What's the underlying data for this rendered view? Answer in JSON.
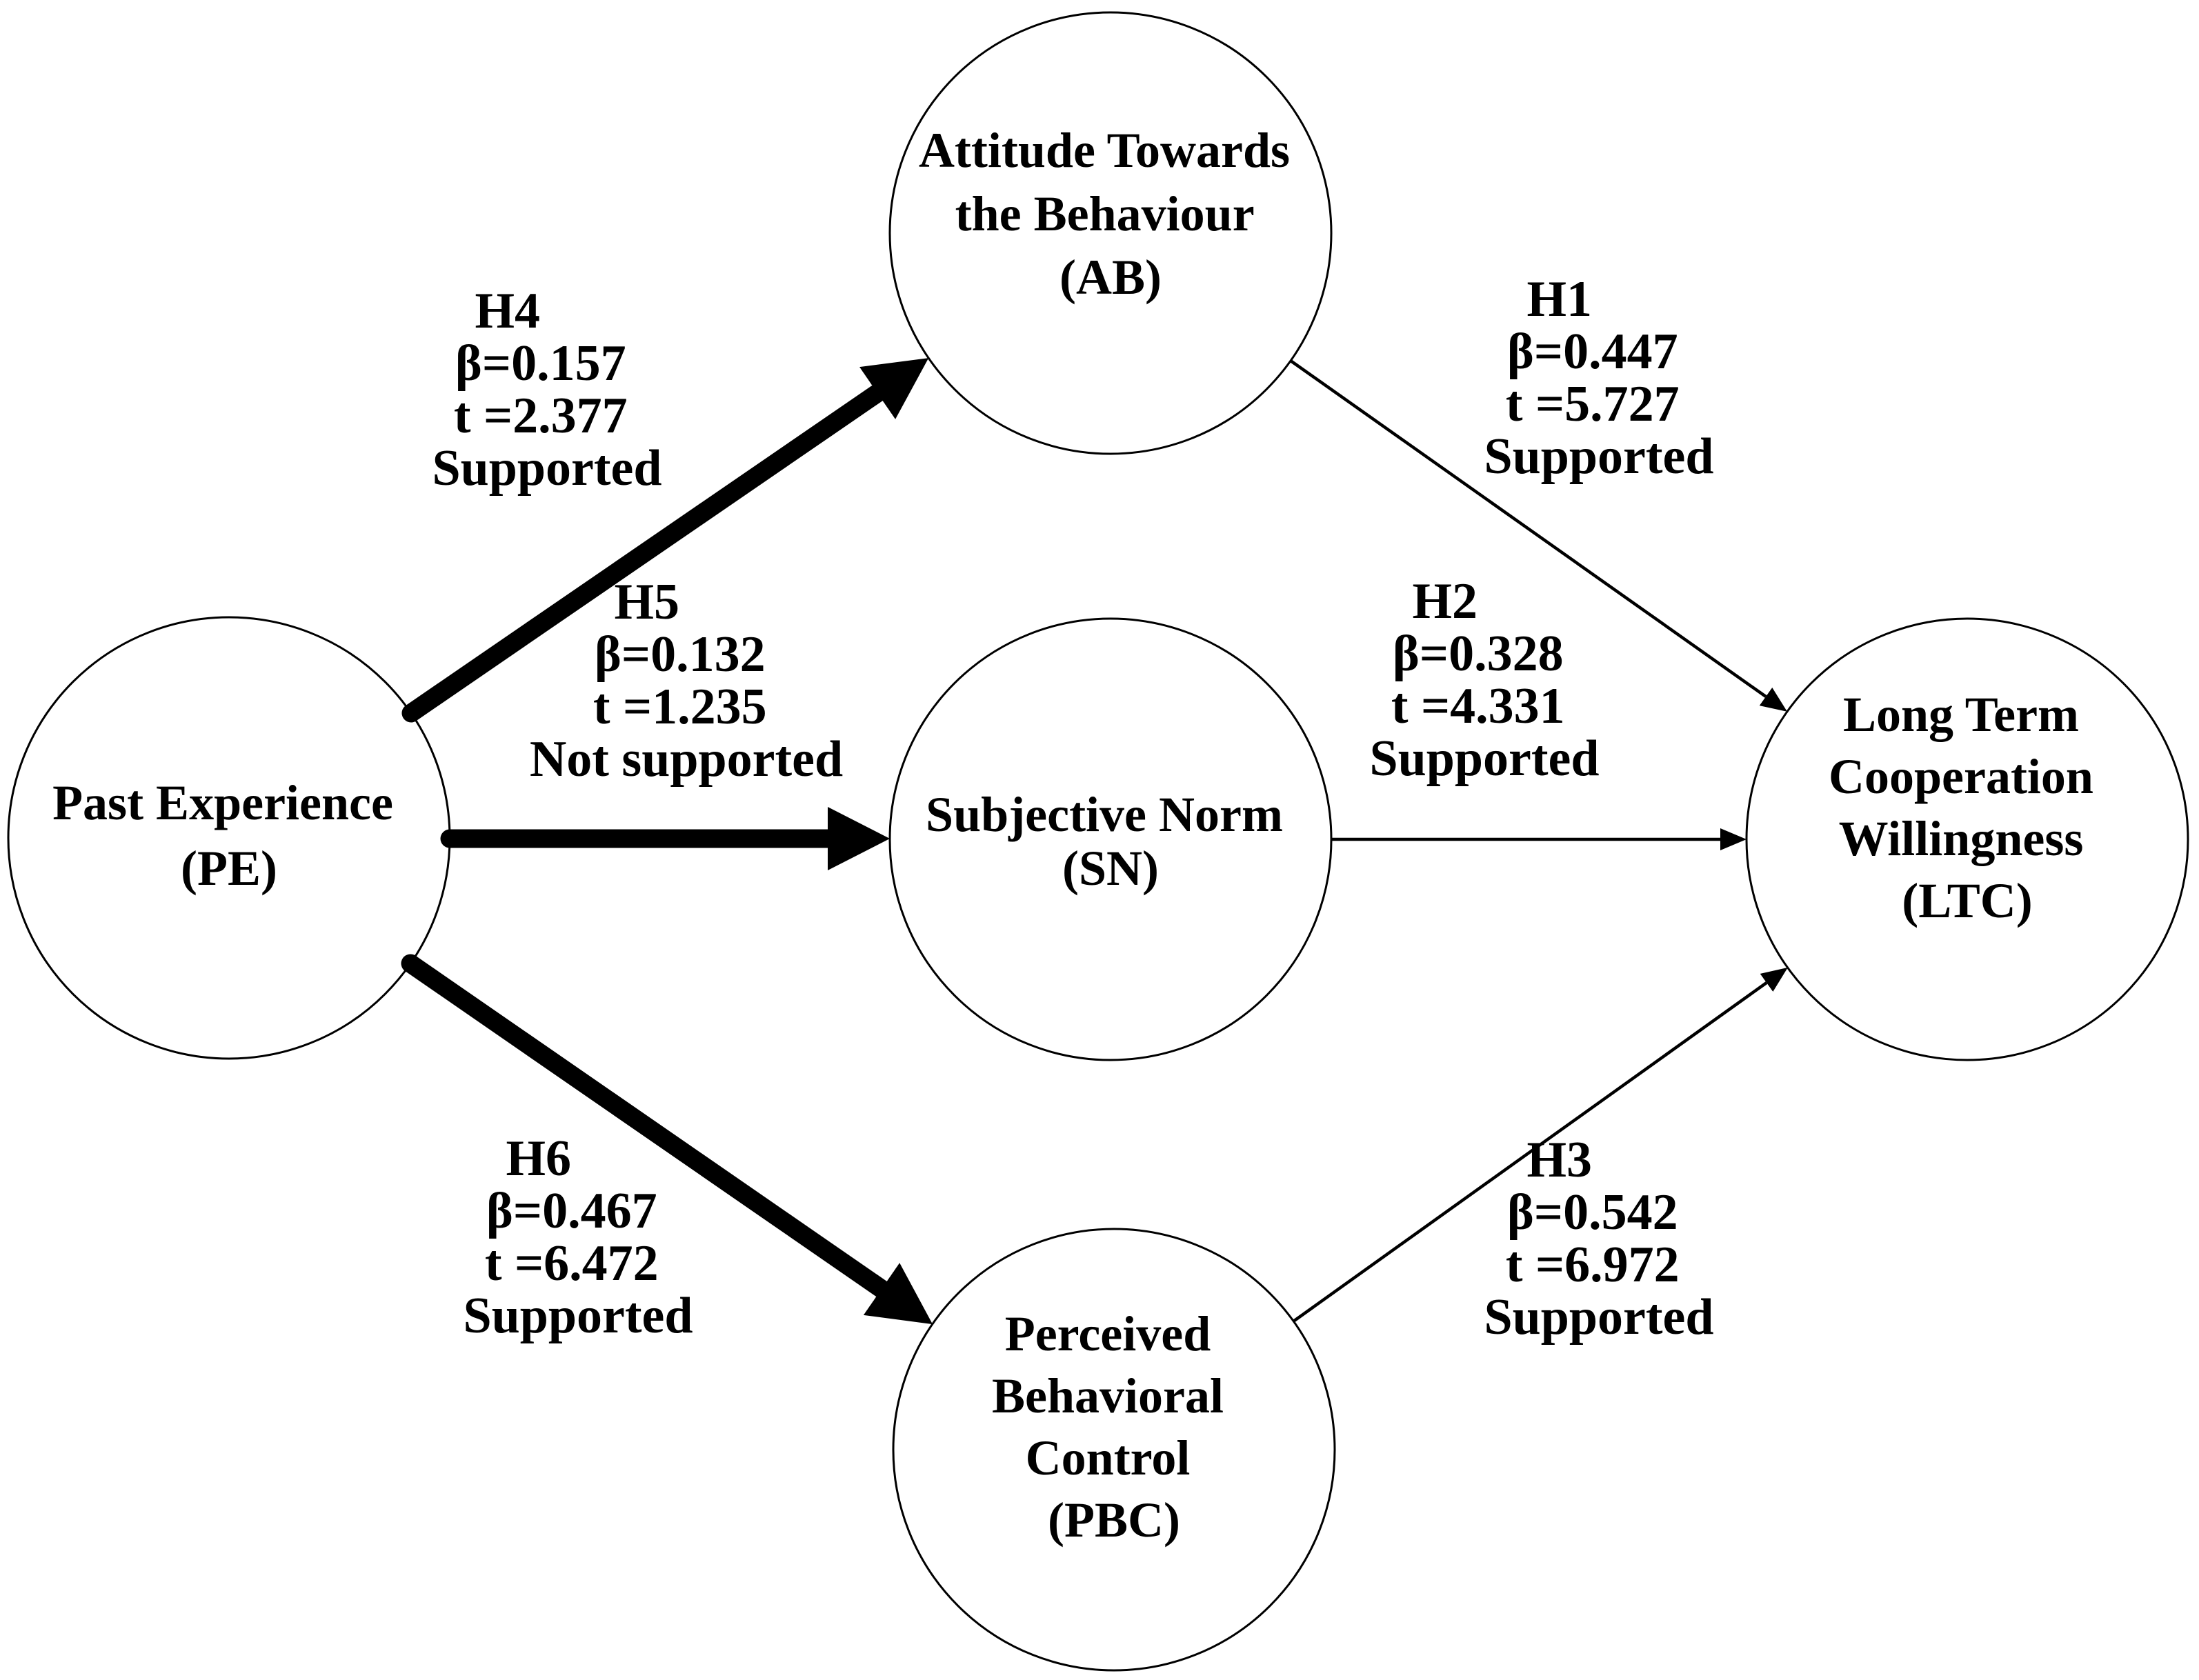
{
  "diagram": {
    "background_color": "#ffffff",
    "line_color": "#000000",
    "nodes": [
      {
        "id": "PE",
        "lines": [
          "Past Experience",
          "(PE)"
        ]
      },
      {
        "id": "AB",
        "lines": [
          "Attitude Towards",
          "the Behaviour",
          "(AB)"
        ]
      },
      {
        "id": "SN",
        "lines": [
          "Subjective Norm",
          "(SN)"
        ]
      },
      {
        "id": "PBC",
        "lines": [
          "Perceived",
          "Behavioral",
          "Control",
          "(PBC)"
        ]
      },
      {
        "id": "LTC",
        "lines": [
          "Long Term",
          "Cooperation",
          "Willingness",
          "(LTC)"
        ]
      }
    ],
    "edges": [
      {
        "id": "H1",
        "from": "AB",
        "to": "LTC",
        "weight": "thin",
        "label": [
          "H1",
          "β=0.447",
          "t =5.727",
          "Supported"
        ]
      },
      {
        "id": "H2",
        "from": "SN",
        "to": "LTC",
        "weight": "thin",
        "label": [
          "H2",
          "β=0.328",
          "t =4.331",
          "Supported"
        ]
      },
      {
        "id": "H3",
        "from": "PBC",
        "to": "LTC",
        "weight": "thin",
        "label": [
          "H3",
          "β=0.542",
          "t =6.972",
          "Supported"
        ]
      },
      {
        "id": "H4",
        "from": "PE",
        "to": "AB",
        "weight": "thick",
        "label": [
          "H4",
          "β=0.157",
          "t =2.377",
          "Supported"
        ]
      },
      {
        "id": "H5",
        "from": "PE",
        "to": "SN",
        "weight": "thick",
        "label": [
          "H5",
          "β=0.132",
          "t =1.235",
          "Not supported"
        ]
      },
      {
        "id": "H6",
        "from": "PE",
        "to": "PBC",
        "weight": "thick",
        "label": [
          "H6",
          "β=0.467",
          "t =6.472",
          "Supported"
        ]
      }
    ]
  }
}
